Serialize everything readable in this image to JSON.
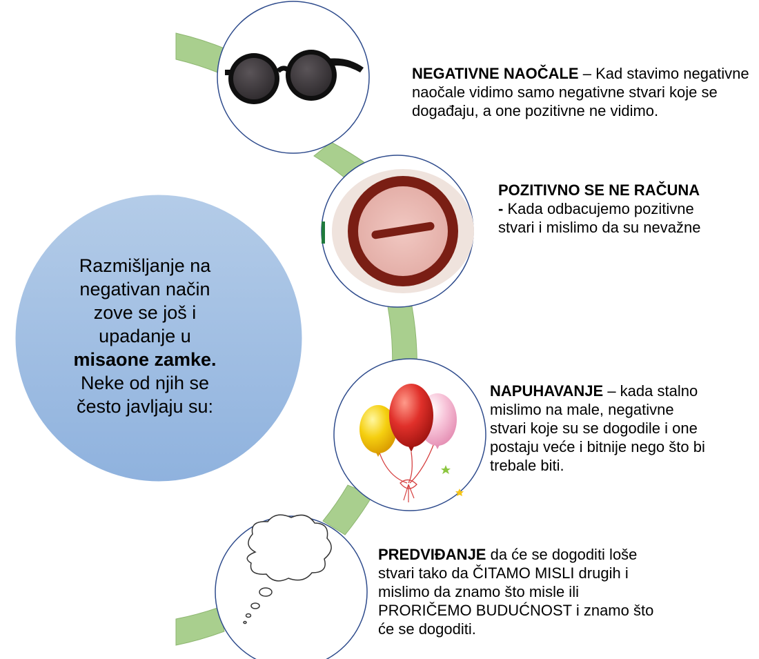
{
  "center": {
    "line1": "Razmišljanje na",
    "line2": "negativan način",
    "line3": "zove se još i",
    "line4": "upadanje u",
    "line5_bold": "misaone zamke.",
    "line6": "Neke od njih se",
    "line7": "često javljaju su:"
  },
  "items": [
    {
      "icon": "sunglasses-icon",
      "title": "NEGATIVNE NAOČALE",
      "text": " – Kad stavimo negativne naočale vidimo samo negativne stvari koje se događaju, a one pozitivne ne vidimo."
    },
    {
      "icon": "minus-sign-icon",
      "title": "POZITIVNO SE NE RAČUNA - ",
      "text": "Kada odbacujemo pozitivne stvari i mislimo da su nevažne"
    },
    {
      "icon": "balloons-icon",
      "title": "NAPUHAVANJE",
      "text": " – kada stalno mislimo na male, negativne stvari koje su se dogodile i one postaju veće i bitnije nego što bi trebale biti."
    },
    {
      "icon": "thought-bubble-icon",
      "title": "PREDVIĐANJE",
      "text": " da će se dogoditi loše stvari tako da ČITAMO MISLI  drugih i mislimo da znamo što misle ili PRORIČEMO BUDUĆNOST i znamo što će se dogoditi."
    }
  ],
  "colors": {
    "arc_fill": "#a9cf8e",
    "arc_stroke": "#8db670",
    "circle_stroke": "#2e4b8c",
    "center_top": "#aec6e4",
    "center_bottom": "#93b6df"
  }
}
